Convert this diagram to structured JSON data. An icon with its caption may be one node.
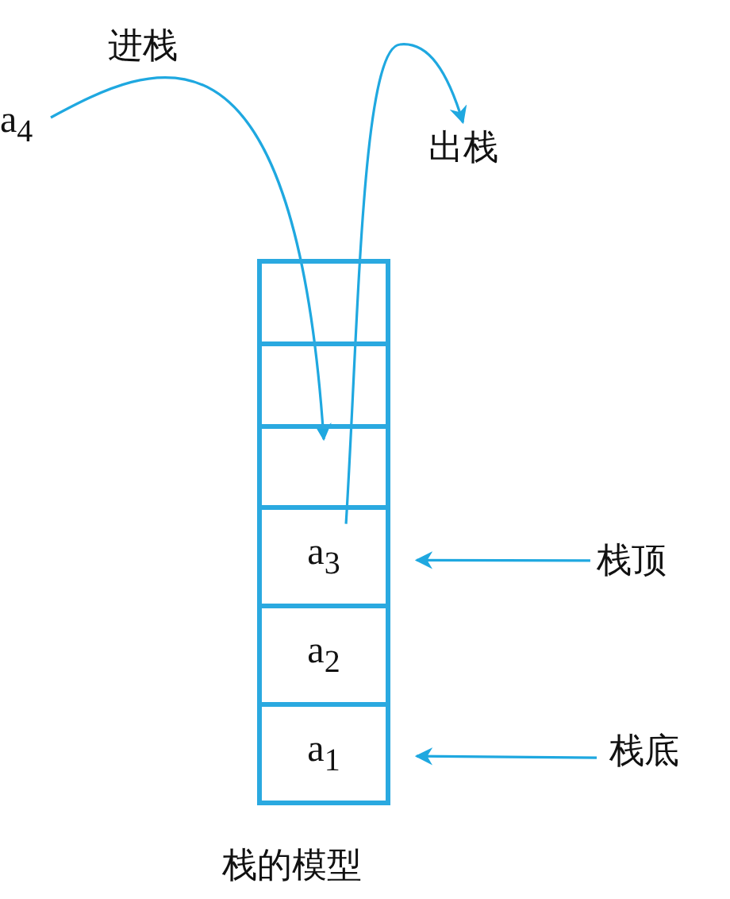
{
  "diagram": {
    "caption": "栈的模型",
    "nodes": [
      {
        "text": [
          "a$_{4}$"
        ]
      },
      {
        "text": [
          "出栈"
        ]
      },
      {
        "text": [],
        "shape": "box"
      },
      {
        "text": [
          "a$_{3}$"
        ],
        "in": 2
      },
      {
        "text": [
          "a$_{2}$"
        ],
        "in": 2
      },
      {
        "text": [
          "a$_{1}$"
        ],
        "in": 2
      },
      {
        "text": [
          "栈顶"
        ]
      },
      {
        "text": [
          "栈底"
        ]
      }
    ],
    "edges": [
      {
        "from": 0,
        "to": 2,
        "arrow": "to",
        "label": "进栈"
      },
      {
        "from": 3,
        "to": 1,
        "arrow": "to"
      },
      {
        "from": 6,
        "to": 3,
        "arrow": "to"
      },
      {
        "from": 7,
        "to": 5,
        "arrow": "to"
      }
    ]
  }
}
